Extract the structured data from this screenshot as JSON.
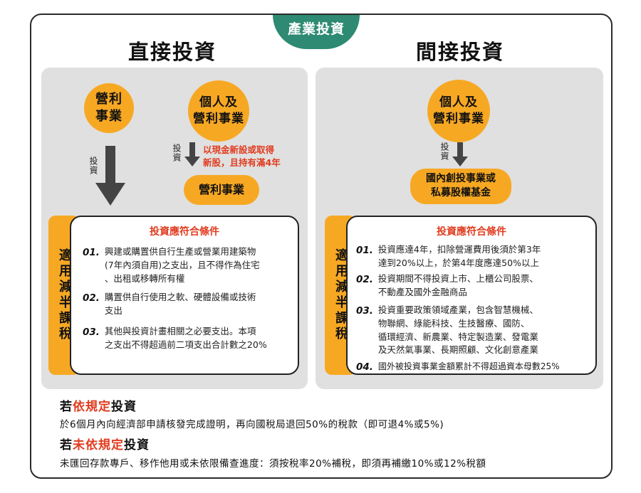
{
  "badge": "產業投資",
  "left": {
    "title": "直接投資",
    "node_a": "營利\n事業",
    "node_b": "個人及\n營利事業",
    "arrow_label_a": "投資",
    "arrow_label_b": "投資",
    "note": "以現金新設或取得\n新股，且持有滿4年",
    "node_c": "營利事業",
    "side_label": "適用減半課稅",
    "cond_title": "投資應符合條件",
    "items": [
      {
        "num": "01.",
        "text": "興建或購置供自行生產或營業用建築物\n(7年內須自用)之支出，且不得作為住宅\n、出租或移轉所有權"
      },
      {
        "num": "02.",
        "text": "購置供自行使用之軟、硬體設備或技術\n支出"
      },
      {
        "num": "03.",
        "text": "其他與投資計畫相關之必要支出。本項\n之支出不得超過前二項支出合計數之20%"
      }
    ]
  },
  "right": {
    "title": "間接投資",
    "node_a": "個人及\n營利事業",
    "arrow_label": "投資",
    "node_b": "國內創投事業或\n私募股權基金",
    "side_label": "適用減半課稅",
    "cond_title": "投資應符合條件",
    "items": [
      {
        "num": "01.",
        "text": "投資應達4年，扣除營運費用後須於第3年\n達到20%以上，於第4年度應達50%以上"
      },
      {
        "num": "02.",
        "text": "投資期間不得投資上市、上櫃公司股票、\n不動產及國外金融商品"
      },
      {
        "num": "03.",
        "text": "投資重要政策領域產業，包含智慧機械、\n物聯網、綠能科技、生技醫療、國防、\n循環經濟、新農業、特定製造業、發電業\n及天然氣事業、長期照顧、文化創意產業"
      },
      {
        "num": "04.",
        "text": "國外被投資事業金額累計不得超過資本母數25%"
      }
    ]
  },
  "footer": {
    "h1_pre": "若",
    "h1_red": "依規定",
    "h1_post": "投資",
    "t1": "於6個月內向經濟部申請核發完成證明，再向國稅局退回50%的稅款（即可退4%或5%)",
    "h2_pre": "若",
    "h2_red": "未依規定",
    "h2_post": "投資",
    "t2": "未匯回存款專戶、移作他用或未依限備查進度：須按稅率20%補稅，即須再補繳10%或12%稅額"
  },
  "colors": {
    "orange": "#f7a823",
    "green": "#2e8a72",
    "red": "#e03c1f",
    "panel": "#e0e0e0"
  }
}
